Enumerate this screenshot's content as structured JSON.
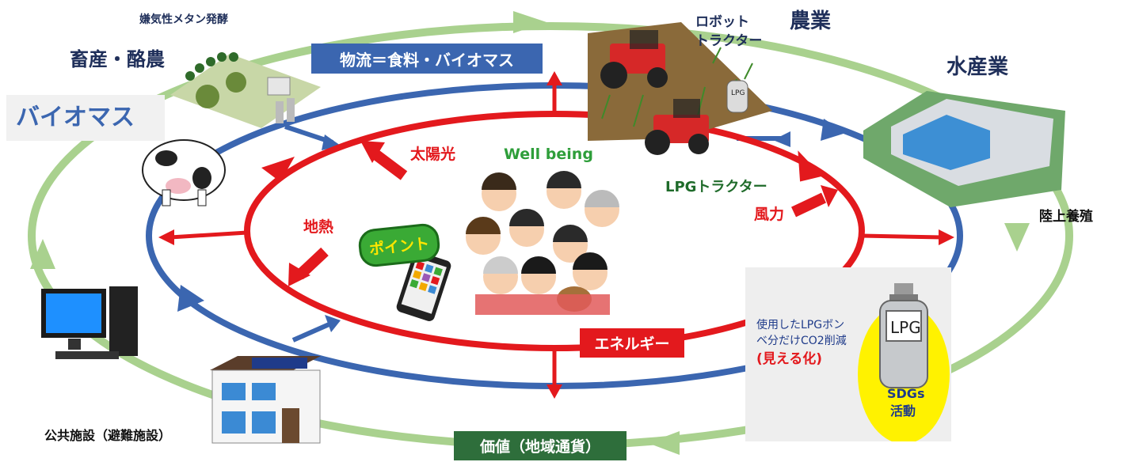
{
  "labels": {
    "methane": "嫌気性メタン発酵",
    "livestock": "畜産・酪農",
    "biomass": "バイオマス",
    "logistics": "物流＝食料・バイオマス",
    "robot_tractor_line1": "ロボット",
    "robot_tractor_line2": "トラクター",
    "agriculture": "農業",
    "fishery": "水産業",
    "land_aquaculture": "陸上養殖",
    "solar": "太陽光",
    "well_being": "Well being",
    "lpg_tractor": "LPGトラクター",
    "wind": "風力",
    "geothermal": "地熱",
    "point": "ポイント",
    "energy": "エネルギー",
    "public_facility": "公共施設（避難施設）",
    "value": "価値（地域通貨）",
    "lpg_note_line1": "使用したLPGボン",
    "lpg_note_line2": "ベ分だけCO2削減",
    "visualize": "(見える化)",
    "lpg_cylinder": "LPG",
    "sdgs_line1": "SDGs",
    "sdgs_line2": "活動",
    "tractor_tank": "LPG"
  },
  "colors": {
    "green_ring": "#a9d18e",
    "blue_ring": "#3b66b0",
    "red_ring": "#e3191d",
    "dark_green": "#2e6e3b",
    "well_being": "#2e9e3a",
    "title_navy": "#1f2f5a",
    "yellow": "#fff200"
  },
  "icons": [
    "farm-icon",
    "cow-icon",
    "tractor-icon",
    "field-icon",
    "fish-farm-icon",
    "computer-icon",
    "house-icon",
    "people-icon",
    "smartphone-icon",
    "cooking-woman-icon",
    "lpg-cylinder-icon"
  ]
}
